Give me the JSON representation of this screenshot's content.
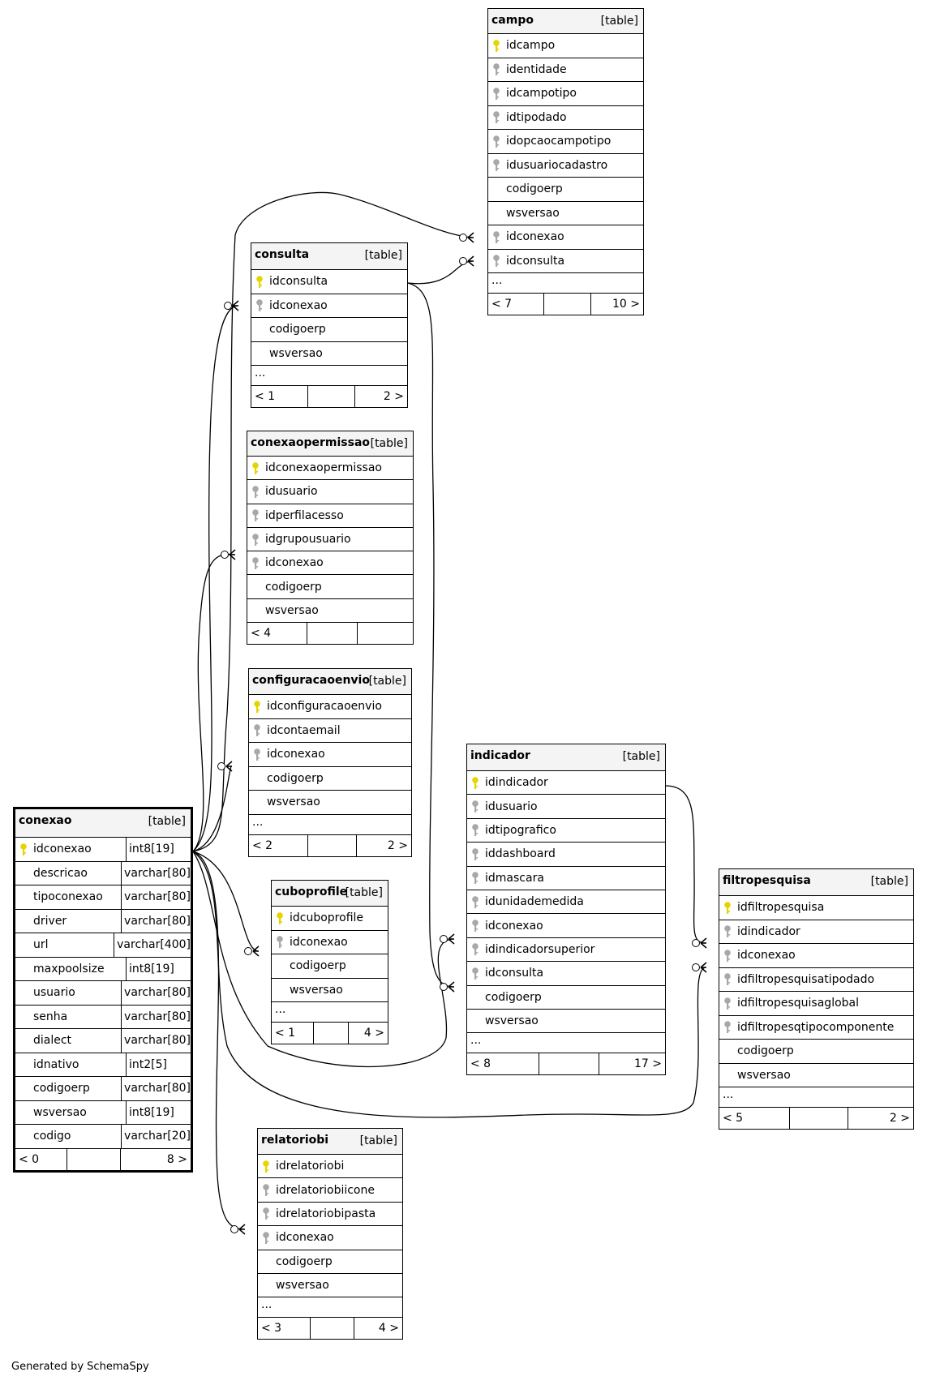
{
  "credit": "Generated by SchemaSpy",
  "colors": {
    "primary_key": "#e6d400",
    "foreign_key": "#a8a8a8",
    "header_bg": "#f4f4f4"
  },
  "tables": {
    "campo": {
      "name": "campo",
      "tag": "[table]",
      "columns": [
        {
          "name": "idcampo",
          "key": "pk"
        },
        {
          "name": "identidade",
          "key": "fk"
        },
        {
          "name": "idcampotipo",
          "key": "fk"
        },
        {
          "name": "idtipodado",
          "key": "fk"
        },
        {
          "name": "idopcaocampotipo",
          "key": "fk"
        },
        {
          "name": "idusuariocadastro",
          "key": "fk"
        },
        {
          "name": "codigoerp",
          "key": ""
        },
        {
          "name": "wsversao",
          "key": ""
        },
        {
          "name": "idconexao",
          "key": "fk"
        },
        {
          "name": "idconsulta",
          "key": "fk"
        }
      ],
      "more": "...",
      "footer": {
        "left": "< 7",
        "right": "10 >"
      }
    },
    "consulta": {
      "name": "consulta",
      "tag": "[table]",
      "columns": [
        {
          "name": "idconsulta",
          "key": "pk"
        },
        {
          "name": "idconexao",
          "key": "fk"
        },
        {
          "name": "codigoerp",
          "key": ""
        },
        {
          "name": "wsversao",
          "key": ""
        }
      ],
      "more": "...",
      "footer": {
        "left": "< 1",
        "right": "2 >"
      }
    },
    "conexaopermissao": {
      "name": "conexaopermissao",
      "tag": "[table]",
      "columns": [
        {
          "name": "idconexaopermissao",
          "key": "pk"
        },
        {
          "name": "idusuario",
          "key": "fk"
        },
        {
          "name": "idperfilacesso",
          "key": "fk"
        },
        {
          "name": "idgrupousuario",
          "key": "fk"
        },
        {
          "name": "idconexao",
          "key": "fk"
        },
        {
          "name": "codigoerp",
          "key": ""
        },
        {
          "name": "wsversao",
          "key": ""
        }
      ],
      "more": "",
      "footer": {
        "left": "< 4",
        "right": ""
      }
    },
    "configuracaoenvio": {
      "name": "configuracaoenvio",
      "tag": "[table]",
      "columns": [
        {
          "name": "idconfiguracaoenvio",
          "key": "pk"
        },
        {
          "name": "idcontaemail",
          "key": "fk"
        },
        {
          "name": "idconexao",
          "key": "fk"
        },
        {
          "name": "codigoerp",
          "key": ""
        },
        {
          "name": "wsversao",
          "key": ""
        }
      ],
      "more": "...",
      "footer": {
        "left": "< 2",
        "right": "2 >"
      }
    },
    "conexao": {
      "name": "conexao",
      "tag": "[table]",
      "columns": [
        {
          "name": "idconexao",
          "type": "int8[19]",
          "key": "pk"
        },
        {
          "name": "descricao",
          "type": "varchar[80]",
          "key": ""
        },
        {
          "name": "tipoconexao",
          "type": "varchar[80]",
          "key": ""
        },
        {
          "name": "driver",
          "type": "varchar[80]",
          "key": ""
        },
        {
          "name": "url",
          "type": "varchar[400]",
          "key": ""
        },
        {
          "name": "maxpoolsize",
          "type": "int8[19]",
          "key": ""
        },
        {
          "name": "usuario",
          "type": "varchar[80]",
          "key": ""
        },
        {
          "name": "senha",
          "type": "varchar[80]",
          "key": ""
        },
        {
          "name": "dialect",
          "type": "varchar[80]",
          "key": ""
        },
        {
          "name": "idnativo",
          "type": "int2[5]",
          "key": ""
        },
        {
          "name": "codigoerp",
          "type": "varchar[80]",
          "key": ""
        },
        {
          "name": "wsversao",
          "type": "int8[19]",
          "key": ""
        },
        {
          "name": "codigo",
          "type": "varchar[20]",
          "key": ""
        }
      ],
      "more": "",
      "footer": {
        "left": "< 0",
        "right": "8 >"
      }
    },
    "cuboprofile": {
      "name": "cuboprofile",
      "tag": "[table]",
      "columns": [
        {
          "name": "idcuboprofile",
          "key": "pk"
        },
        {
          "name": "idconexao",
          "key": "fk"
        },
        {
          "name": "codigoerp",
          "key": ""
        },
        {
          "name": "wsversao",
          "key": ""
        }
      ],
      "more": "...",
      "footer": {
        "left": "< 1",
        "right": "4 >"
      }
    },
    "indicador": {
      "name": "indicador",
      "tag": "[table]",
      "columns": [
        {
          "name": "idindicador",
          "key": "pk"
        },
        {
          "name": "idusuario",
          "key": "fk"
        },
        {
          "name": "idtipografico",
          "key": "fk"
        },
        {
          "name": "iddashboard",
          "key": "fk"
        },
        {
          "name": "idmascara",
          "key": "fk"
        },
        {
          "name": "idunidademedida",
          "key": "fk"
        },
        {
          "name": "idconexao",
          "key": "fk"
        },
        {
          "name": "idindicadorsuperior",
          "key": "fk"
        },
        {
          "name": "idconsulta",
          "key": "fk"
        },
        {
          "name": "codigoerp",
          "key": ""
        },
        {
          "name": "wsversao",
          "key": ""
        }
      ],
      "more": "...",
      "footer": {
        "left": "< 8",
        "right": "17 >"
      }
    },
    "filtropesquisa": {
      "name": "filtropesquisa",
      "tag": "[table]",
      "columns": [
        {
          "name": "idfiltropesquisa",
          "key": "pk"
        },
        {
          "name": "idindicador",
          "key": "fk"
        },
        {
          "name": "idconexao",
          "key": "fk"
        },
        {
          "name": "idfiltropesquisatipodado",
          "key": "fk"
        },
        {
          "name": "idfiltropesquisaglobal",
          "key": "fk"
        },
        {
          "name": "idfiltropesqtipocomponente",
          "key": "fk"
        },
        {
          "name": "codigoerp",
          "key": ""
        },
        {
          "name": "wsversao",
          "key": ""
        }
      ],
      "more": "...",
      "footer": {
        "left": "< 5",
        "right": "2 >"
      }
    },
    "relatoriobi": {
      "name": "relatoriobi",
      "tag": "[table]",
      "columns": [
        {
          "name": "idrelatoriobi",
          "key": "pk"
        },
        {
          "name": "idrelatoriobiicone",
          "key": "fk"
        },
        {
          "name": "idrelatoriobipasta",
          "key": "fk"
        },
        {
          "name": "idconexao",
          "key": "fk"
        },
        {
          "name": "codigoerp",
          "key": ""
        },
        {
          "name": "wsversao",
          "key": ""
        }
      ],
      "more": "...",
      "footer": {
        "left": "< 3",
        "right": "4 >"
      }
    }
  }
}
